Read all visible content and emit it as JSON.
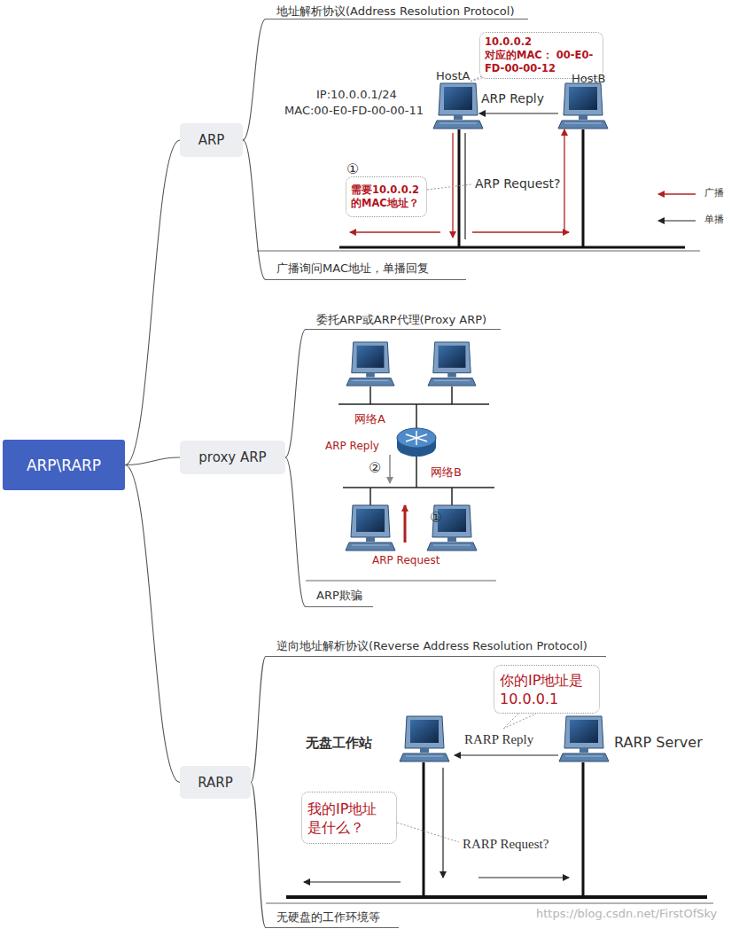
{
  "diagram": {
    "nodes": [
      {
        "text": [
          "ARP\\RARP"
        ]
      },
      {
        "text": [
          "ARP"
        ]
      },
      {
        "text": [
          "地址解析协议(Address Resolution Protocol)"
        ]
      },
      {
        "text": [
          "10.0.0.2 对应的MAC： 00-E0-FD-00-00-12"
        ]
      },
      {
        "text": [
          "需要10.0.0.2 的MAC地址？"
        ]
      },
      {
        "text": [
          "广播询问MAC地址，单播回复"
        ]
      },
      {
        "text": [
          "proxy ARP"
        ]
      },
      {
        "text": [
          "委托ARP或ARP代理(Proxy ARP)"
        ]
      },
      {
        "text": [
          "ARP欺骗"
        ]
      },
      {
        "text": [
          "RARP"
        ]
      },
      {
        "text": [
          "逆向地址解析协议(Reverse Address Resolution Protocol)"
        ]
      },
      {
        "text": [
          "你的IP地址是 10.0.0.1"
        ]
      },
      {
        "text": [
          "我的IP地址 是什么？"
        ]
      },
      {
        "text": [
          "无硬盘的工作环境等"
        ]
      }
    ],
    "edges": [
      {
        "from": 0,
        "to": 1,
        "arrow": "none"
      },
      {
        "from": 0,
        "to": 6,
        "arrow": "none"
      },
      {
        "from": 0,
        "to": 9,
        "arrow": "none"
      },
      {
        "from": 1,
        "to": 2,
        "arrow": "none"
      },
      {
        "from": 1,
        "to": 5,
        "arrow": "none"
      },
      {
        "from": 6,
        "to": 7,
        "arrow": "none"
      },
      {
        "from": 6,
        "to": 8,
        "arrow": "none"
      },
      {
        "from": 9,
        "to": 10,
        "arrow": "none"
      },
      {
        "from": 9,
        "to": 13,
        "arrow": "none"
      }
    ],
    "labels": [
      "HostA",
      "HostB",
      "IP:10.0.0.1/24",
      "MAC:00-E0-FD-00-00-11",
      "ARP Reply",
      "①",
      "ARP Request?",
      "网络A",
      "ARP Reply",
      "②",
      "网络B",
      "①",
      "ARP Request",
      "无盘工作站",
      "RARP Reply",
      "RARP Server",
      "RARP Request?",
      "https://blog.csdn.net/FirstOfSky"
    ],
    "legend": [
      {
        "text": "广播"
      },
      {
        "text": "单播"
      }
    ]
  }
}
